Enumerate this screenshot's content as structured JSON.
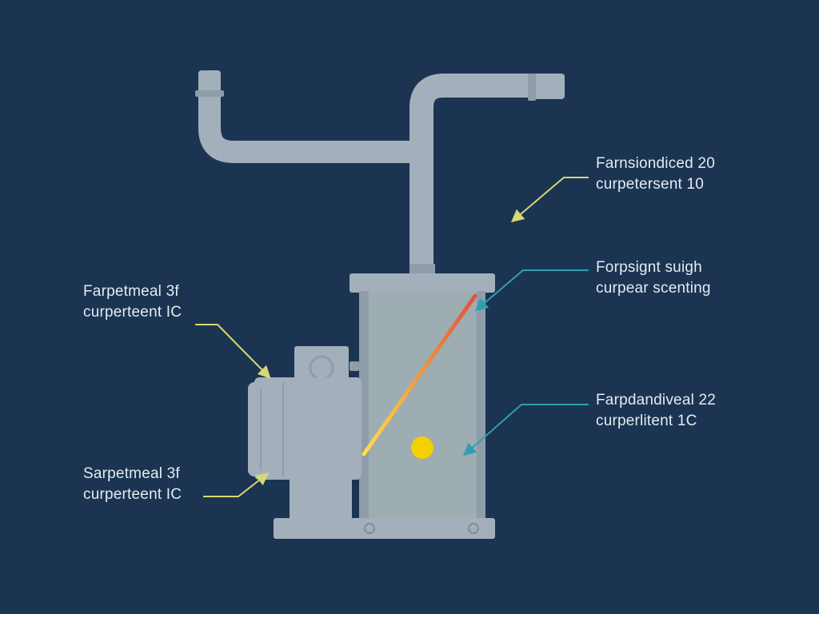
{
  "diagram": {
    "background": "#1b3452",
    "colors": {
      "equipment": "#a3b0bc",
      "equipment_shade": "#8f9ca9",
      "tank_body": "#9dadb2",
      "text": "#e4ebf1",
      "leader_yellow": "#d6d870",
      "leader_teal": "#2f9fb2",
      "indicator": "#f5d000",
      "gradient_top": "#e0513b",
      "gradient_bottom": "#ffe04a"
    },
    "callouts": [
      {
        "id": "top-right",
        "line1": "Farnsiondiced 20",
        "line2": "curpetersent 10",
        "leader": "yellow"
      },
      {
        "id": "mid-right",
        "line1": "Forpsignt suigh",
        "line2": "curpear scenting",
        "leader": "teal"
      },
      {
        "id": "lower-right",
        "line1": "Farpdandiveal 22",
        "line2": "curperlitent 1C",
        "leader": "teal"
      },
      {
        "id": "upper-left",
        "line1": "Farpetmeal 3f",
        "line2": "curperteent IC",
        "leader": "yellow"
      },
      {
        "id": "lower-left",
        "line1": "Sarpetmeal 3f",
        "line2": "curperteent IC",
        "leader": "yellow"
      }
    ],
    "icons": [
      "pipe-icon",
      "motor-icon",
      "tank-icon",
      "indicator-light-icon"
    ]
  }
}
